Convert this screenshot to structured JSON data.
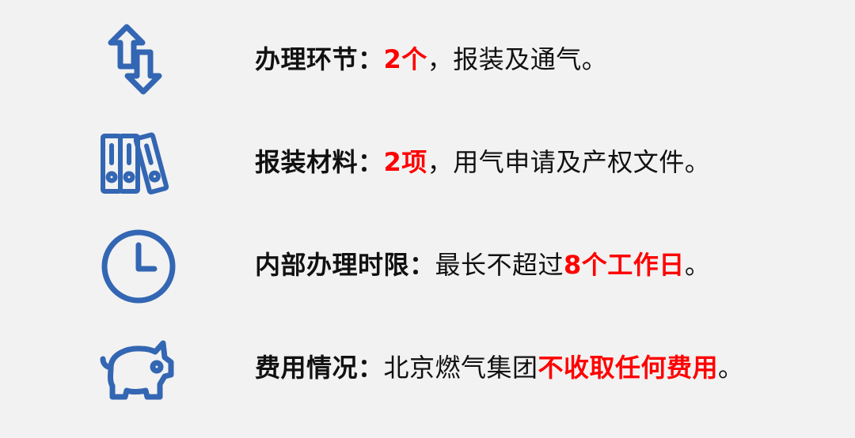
{
  "theme": {
    "background": "#f2f2f2",
    "icon_color": "#3366b3",
    "highlight_color": "#ff0000",
    "text_color": "#111111"
  },
  "items": [
    {
      "icon": "up-down-arrows-icon",
      "label": "办理环节：",
      "segments": [
        {
          "text": "2个",
          "style": "highlight"
        },
        {
          "text": "，报装及通气。",
          "style": "plain"
        }
      ]
    },
    {
      "icon": "binders-icon",
      "label": "报装材料：",
      "segments": [
        {
          "text": "2项",
          "style": "highlight"
        },
        {
          "text": "，用气申请及产权文件。",
          "style": "plain"
        }
      ]
    },
    {
      "icon": "clock-icon",
      "label": "内部办理时限：",
      "segments": [
        {
          "text": "最长不超过",
          "style": "plain"
        },
        {
          "text": "8个工作日",
          "style": "highlight"
        },
        {
          "text": "。",
          "style": "plain"
        }
      ]
    },
    {
      "icon": "piggy-bank-icon",
      "label": "费用情况：",
      "segments": [
        {
          "text": "北京燃气集团",
          "style": "plain"
        },
        {
          "text": "不收取任何费用",
          "style": "highlight"
        },
        {
          "text": "。",
          "style": "plain"
        }
      ]
    }
  ]
}
